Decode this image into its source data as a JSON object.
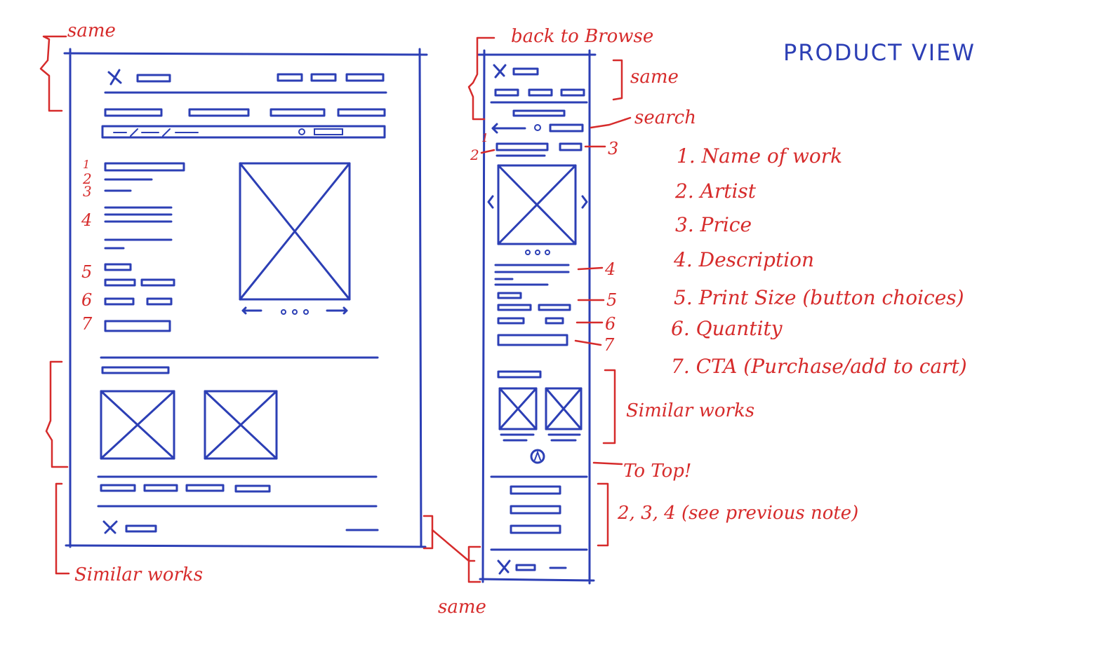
{
  "title": "PRODUCT VIEW",
  "colors": {
    "ink_blue": "#2c3fb5",
    "ink_red": "#d62b2b"
  },
  "desktop_notes": {
    "top": "same",
    "bottom": "Similar works",
    "markers": [
      "1",
      "2",
      "3",
      "4",
      "5",
      "6",
      "7"
    ]
  },
  "mobile_notes": {
    "back": "back to Browse",
    "header": "same",
    "search": "search",
    "similar": "Similar works",
    "to_top": "To Top!",
    "footer_links": "2, 3, 4 (see previous note)",
    "markers": {
      "n1": "1",
      "n2": "2",
      "n3": "3",
      "n4": "4",
      "n5": "5",
      "n6": "6",
      "n7": "7"
    }
  },
  "shared_note": "same",
  "legend": [
    "1. Name of work",
    "2. Artist",
    "3. Price",
    "4. Description",
    "5. Print Size (button choices)",
    "6. Quantity",
    "7. CTA (Purchase/add to cart)"
  ]
}
